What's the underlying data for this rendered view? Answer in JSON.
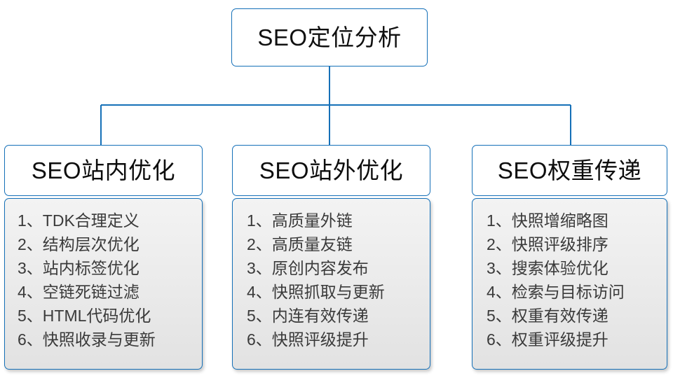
{
  "theme": {
    "line_color": "#1570b8",
    "border_color": "#1570b8",
    "head_background": "#ffffff",
    "body_background": "#eaeaea",
    "title_text_color": "#101010",
    "item_text_color": "#3a3a3a",
    "page_background": "#ffffff"
  },
  "root": {
    "label": "SEO定位分析"
  },
  "columns": [
    {
      "header": "SEO站内优化",
      "items": [
        {
          "num": "1、",
          "text": "TDK合理定义"
        },
        {
          "num": "2、",
          "text": "结构层次优化"
        },
        {
          "num": "3、",
          "text": "站内标签优化"
        },
        {
          "num": "4、",
          "text": "空链死链过滤"
        },
        {
          "num": "5、",
          "text": "HTML代码优化"
        },
        {
          "num": "6、",
          "text": "快照收录与更新"
        }
      ]
    },
    {
      "header": "SEO站外优化",
      "items": [
        {
          "num": "1、",
          "text": "高质量外链"
        },
        {
          "num": "2、",
          "text": "高质量友链"
        },
        {
          "num": "3、",
          "text": "原创内容发布"
        },
        {
          "num": "4、",
          "text": "快照抓取与更新"
        },
        {
          "num": "5、",
          "text": "内连有效传递"
        },
        {
          "num": "6、",
          "text": "快照评级提升"
        }
      ]
    },
    {
      "header": "SEO权重传递",
      "items": [
        {
          "num": "1、",
          "text": "快照增缩略图"
        },
        {
          "num": "2、",
          "text": "快照评级排序"
        },
        {
          "num": "3、",
          "text": "搜索体验优化"
        },
        {
          "num": "4、",
          "text": "检索与目标访问"
        },
        {
          "num": "5、",
          "text": "权重有效传递"
        },
        {
          "num": "6、",
          "text": "权重评级提升"
        }
      ]
    }
  ]
}
